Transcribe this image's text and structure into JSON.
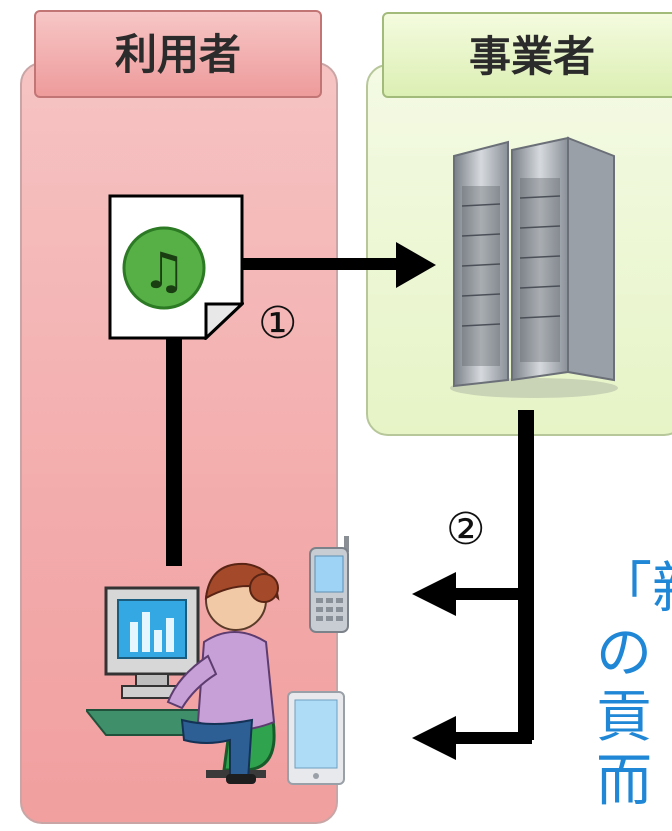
{
  "panels": {
    "user": {
      "label": "利用者",
      "color": "#f3abab"
    },
    "business": {
      "label": "事業者",
      "color": "#e6f4c6"
    }
  },
  "steps": {
    "one": "①",
    "two": "②"
  },
  "caption": {
    "text": "「新\nの\n貢而",
    "color": "#1f87d6"
  },
  "icons": [
    "music-file-icon",
    "server-icon",
    "smartphone-icon",
    "tablet-icon",
    "user-at-computer-icon"
  ]
}
